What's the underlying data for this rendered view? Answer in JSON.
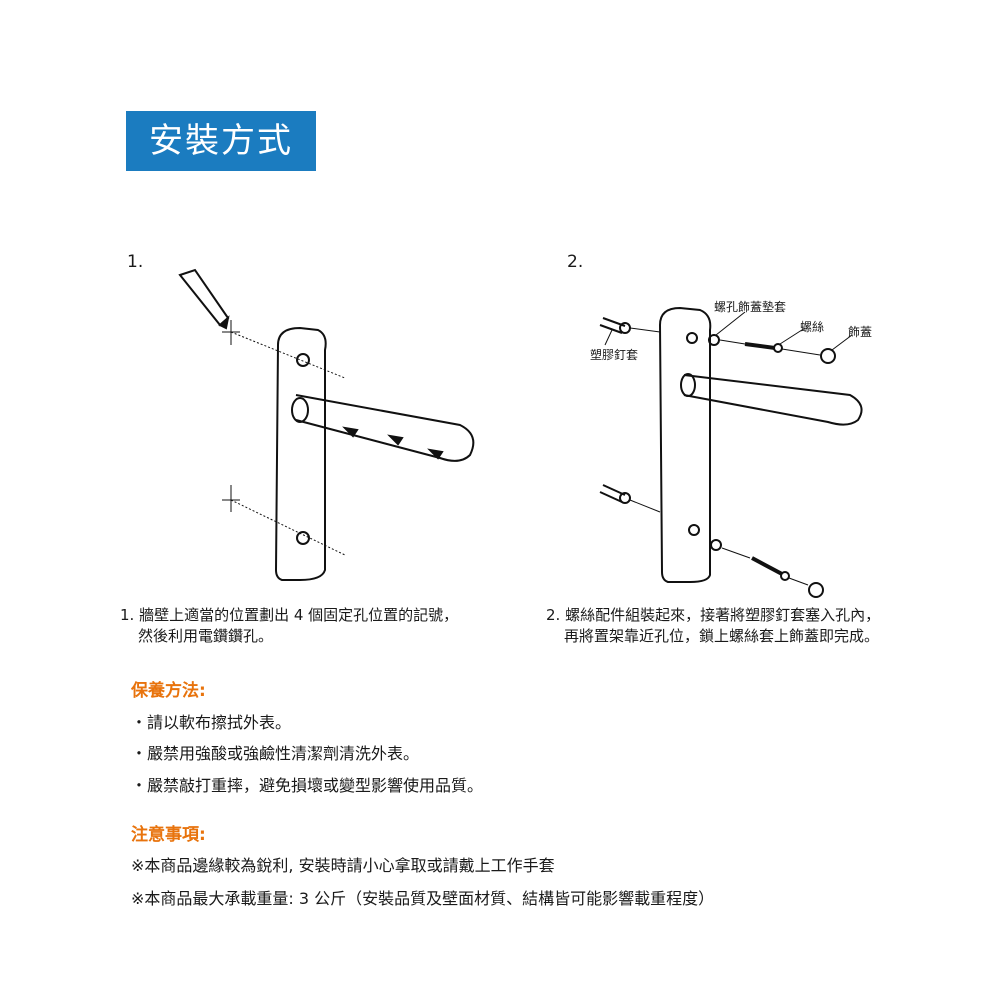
{
  "title": "安裝方式",
  "steps": [
    {
      "num": "1.",
      "caption_line1": "1. 牆壁上適當的位置劃出 4 個固定孔位置的記號，",
      "caption_line2": "然後利用電鑽鑽孔。"
    },
    {
      "num": "2.",
      "caption_line1": "2. 螺絲配件組裝起來，接著將塑膠釘套塞入孔內，",
      "caption_line2": "再將置架靠近孔位，鎖上螺絲套上飾蓋即完成。",
      "labels": {
        "washer": "螺孔飾蓋墊套",
        "screw": "螺絲",
        "cap": "飾蓋",
        "anchor": "塑膠釘套"
      }
    }
  ],
  "care": {
    "heading": "保養方法:",
    "items": [
      "・請以軟布擦拭外表。",
      "・嚴禁用強酸或強鹼性清潔劑清洗外表。",
      "・嚴禁敲打重摔，避免損壞或變型影響使用品質。"
    ]
  },
  "notes": {
    "heading": "注意事項:",
    "items": [
      "※本商品邊緣較為銳利, 安裝時請小心拿取或請戴上工作手套",
      "※本商品最大承載重量: 3 公斤（安裝品質及壁面材質、結構皆可能影響載重程度）"
    ]
  },
  "colors": {
    "title_bg": "#1b7cc0",
    "heading": "#e8730c"
  }
}
